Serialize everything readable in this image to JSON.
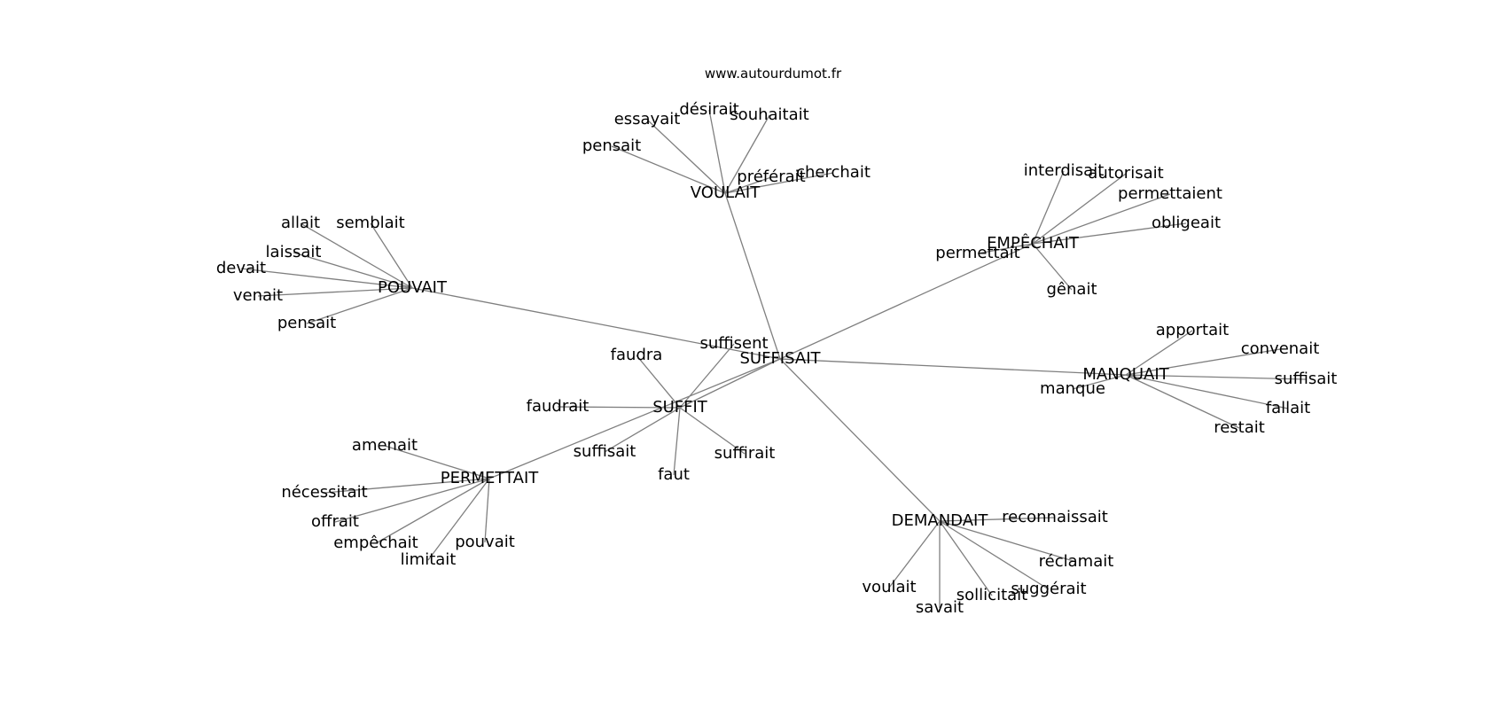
{
  "source": "www.autourdumot.fr",
  "graph": {
    "center": "SUFFISAIT",
    "hubs": [
      {
        "id": "VOULAIT",
        "words": [
          "désirait",
          "essayait",
          "souhaitait",
          "pensait",
          "préférait",
          "cherchait"
        ]
      },
      {
        "id": "POUVAIT",
        "words": [
          "semblait",
          "allait",
          "laissait",
          "devait",
          "venait",
          "pensait"
        ]
      },
      {
        "id": "EMPÊCHAIT",
        "words": [
          "interdisait",
          "autorisait",
          "permettaient",
          "obligeait",
          "permettait",
          "gênait"
        ]
      },
      {
        "id": "MANQUAIT",
        "words": [
          "apportait",
          "convenait",
          "suffisait",
          "manque",
          "fallait",
          "restait"
        ]
      },
      {
        "id": "SUFFIT",
        "words": [
          "suffisent",
          "faudra",
          "faudrait",
          "suffisait",
          "faut",
          "suffirait"
        ]
      },
      {
        "id": "PERMETTAIT",
        "words": [
          "amenait",
          "nécessitait",
          "offrait",
          "empêchait",
          "limitait",
          "pouvait"
        ]
      },
      {
        "id": "DEMANDAIT",
        "words": [
          "reconnaissait",
          "réclamait",
          "suggérait",
          "sollicitait",
          "savait",
          "voulait"
        ]
      }
    ]
  }
}
